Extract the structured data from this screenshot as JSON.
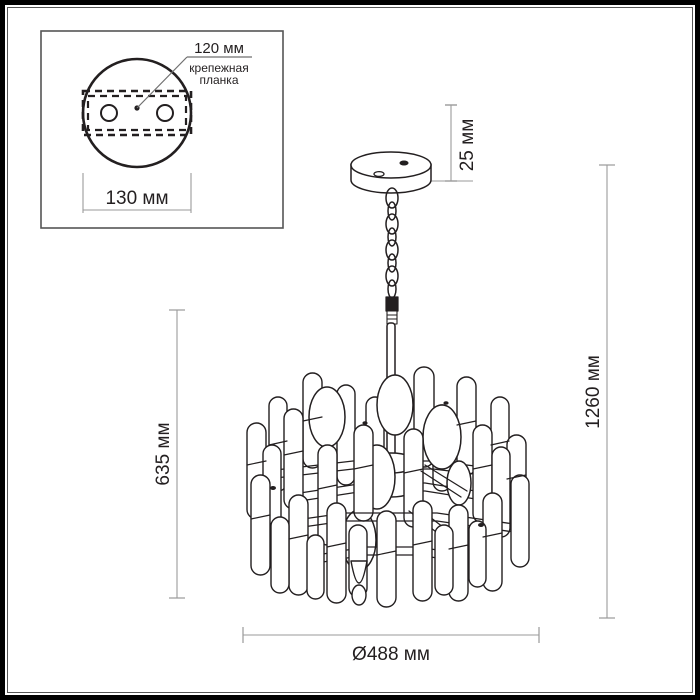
{
  "drawing": {
    "type": "technical-product-dimension-drawing",
    "subject": "chandelier",
    "units": "mm"
  },
  "detail_box": {
    "name": "ceiling-mount-detail",
    "plate_label": {
      "width_label": "120 мм",
      "part_name_line1": "крепежная",
      "part_name_line2": "планка"
    },
    "canopy_diameter_label": "130 мм"
  },
  "dimensions": {
    "canopy_height": "25 мм",
    "fixture_body_height": "635 мм",
    "total_height": "1260 мм",
    "max_diameter": "Ø488 мм"
  },
  "colors": {
    "border": "#000000",
    "inner_frame": "#555555",
    "line": "#231f20",
    "dimension_line": "#8a8a8a",
    "text": "#231f20",
    "background": "#ffffff"
  }
}
